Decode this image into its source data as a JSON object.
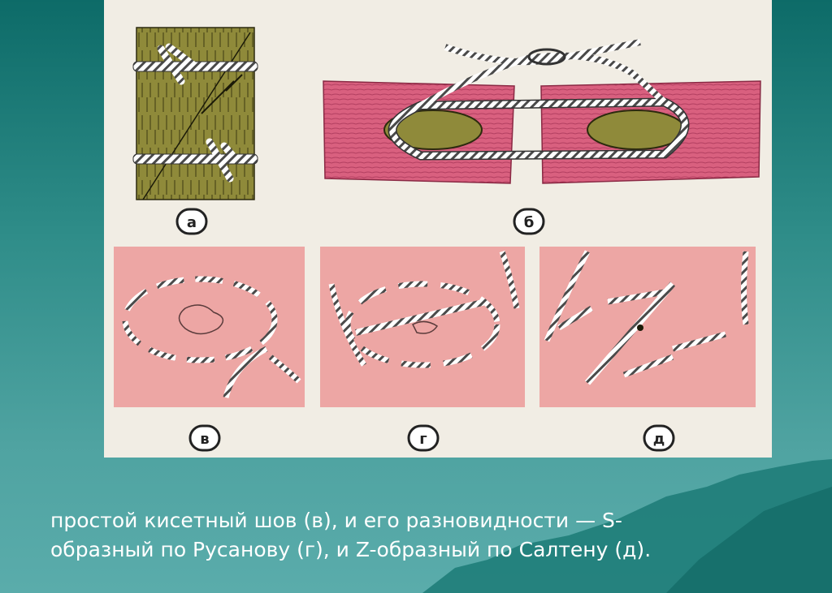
{
  "figure": {
    "labels": {
      "a": "а",
      "b": "б",
      "v": "в",
      "g": "г",
      "d": "д"
    }
  },
  "caption": {
    "line1": "простой кисетный шов (в), и его разновидности — S-",
    "line2": "образный по Русанову (г), и Z-образный по Салтену (д)."
  },
  "colors": {
    "background": "#2f8d89",
    "figure_bg": "#f1ede4",
    "tissue_pink": "#eda6a4",
    "tissue_dark_pink": "#d9607f",
    "bone_olive": "#8f8a3a",
    "caption_text": "#ffffff"
  }
}
